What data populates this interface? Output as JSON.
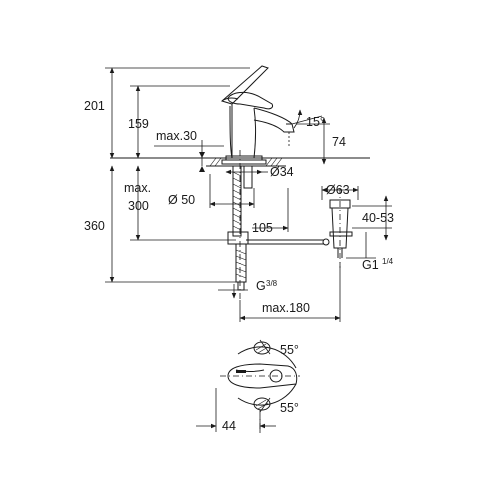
{
  "dimensions": {
    "total_height": "201",
    "spout_height": "159",
    "max_thickness": "max.30",
    "spout_angle": "15°",
    "spout_reach_label": "74",
    "hole_diameter": "Ø34",
    "rosette_diameter": "Ø 50",
    "pop_up_diameter": "Ø63",
    "max_below": "max.",
    "max_below_value": "300",
    "total_below": "360",
    "hose_offset": "105",
    "pop_up_range": "40-53",
    "pop_up_thread": "G1",
    "pop_up_thread_frac": "1/4",
    "connection_thread": "G",
    "connection_thread_frac": "3/8",
    "max_reach": "max.180",
    "rotation_angle_top": "55°",
    "rotation_angle_bottom": "55°",
    "plan_offset": "44"
  }
}
